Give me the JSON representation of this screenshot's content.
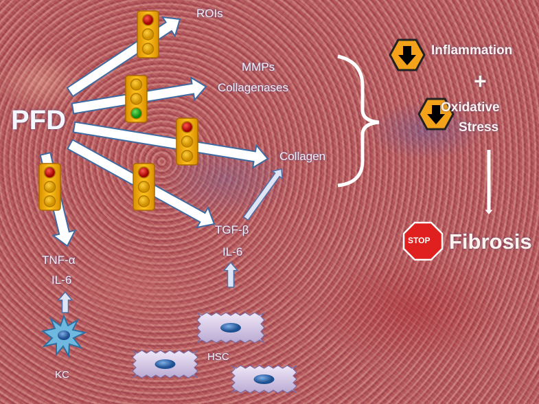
{
  "center": {
    "label": "PFD"
  },
  "targets": {
    "rois": "ROIs",
    "mmps": "MMPs",
    "collagenases": "Collagenases",
    "collagen": "Collagen",
    "tgf": "TGF-β",
    "il6_hsc": "IL-6",
    "tnf": "TNF-α",
    "il6_kc": "IL-6"
  },
  "cells": {
    "kc": "KC",
    "hsc": "HSC"
  },
  "traffic_lights": [
    {
      "target": "ROIs",
      "lit": "red"
    },
    {
      "target": "MMPs / Collagenases",
      "lit": "green"
    },
    {
      "target": "Collagen",
      "lit": "red"
    },
    {
      "target": "TGF-β / IL-6",
      "lit": "red"
    },
    {
      "target": "TNF-α / IL-6",
      "lit": "red"
    }
  ],
  "outcomes": {
    "inflammation": "Inflammation",
    "plus": "+",
    "oxidative": "Oxidative",
    "stress": "Stress",
    "stop_sign": "STOP",
    "fibrosis": "Fibrosis"
  },
  "colors": {
    "arrow_fill": "#ffffff",
    "arrow_stroke": "#3f6aa0",
    "hex": "#f5a21b",
    "stop": "#e0201e",
    "cell": "#d9cfe8",
    "nucleus": "#3a6fb0"
  }
}
